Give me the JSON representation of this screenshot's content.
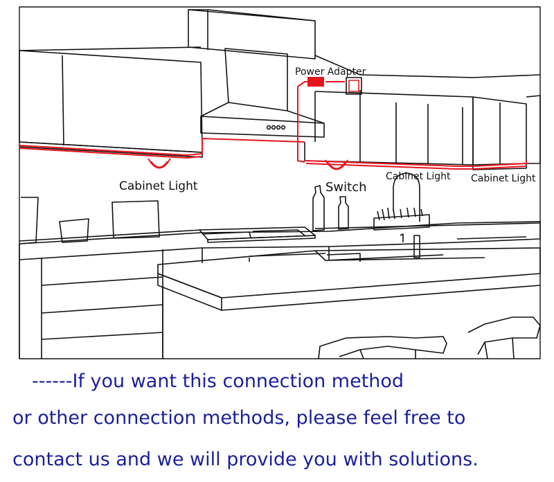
{
  "diagram": {
    "labels": {
      "power_adapter": "Power Adapter",
      "cabinet_light_left": "Cabinet Light",
      "switch": "Switch",
      "cabinet_light_mid": "Cabinet Light",
      "cabinet_light_right": "Cabinet Light"
    },
    "colors": {
      "wire": "#e8141c",
      "outline": "#111111",
      "caption": "#1a1f9c"
    }
  },
  "caption": {
    "line1": "------If you want this connection method",
    "line2": "or other connection methods, please feel free to",
    "line3": "contact us and we will provide you with solutions."
  }
}
